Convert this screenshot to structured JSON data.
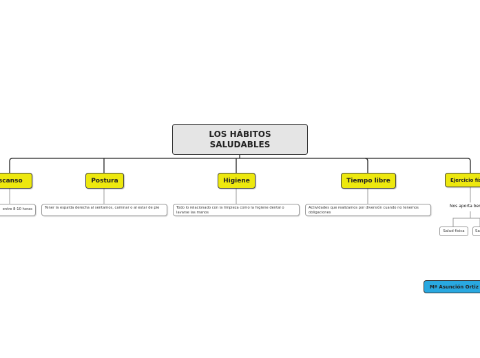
{
  "root": {
    "title": "LOS HÁBITOS SALUDABLES"
  },
  "topics": [
    {
      "label": "Descanso",
      "note": "entre 8-10 horas"
    },
    {
      "label": "Postura",
      "note": "Tener la espalda derecha al sentamos, caminar o al estar de pie"
    },
    {
      "label": "Higiene",
      "note": "Todo lo relacionado con la limpieza como la higiene dental o lavarse las manos"
    },
    {
      "label": "Tiempo libre",
      "note": "Actividades que realizamos por diversión cuando no tenemos obligaciones"
    },
    {
      "label": "Ejercicio físico",
      "note": "Nos aporta bene",
      "subitems": [
        "Salud física",
        "Sa"
      ]
    }
  ],
  "author": "Mª Asunción Ortiz",
  "colors": {
    "topic": "#ede80e",
    "root": "#e5e5e5",
    "author": "#29a8e0"
  }
}
